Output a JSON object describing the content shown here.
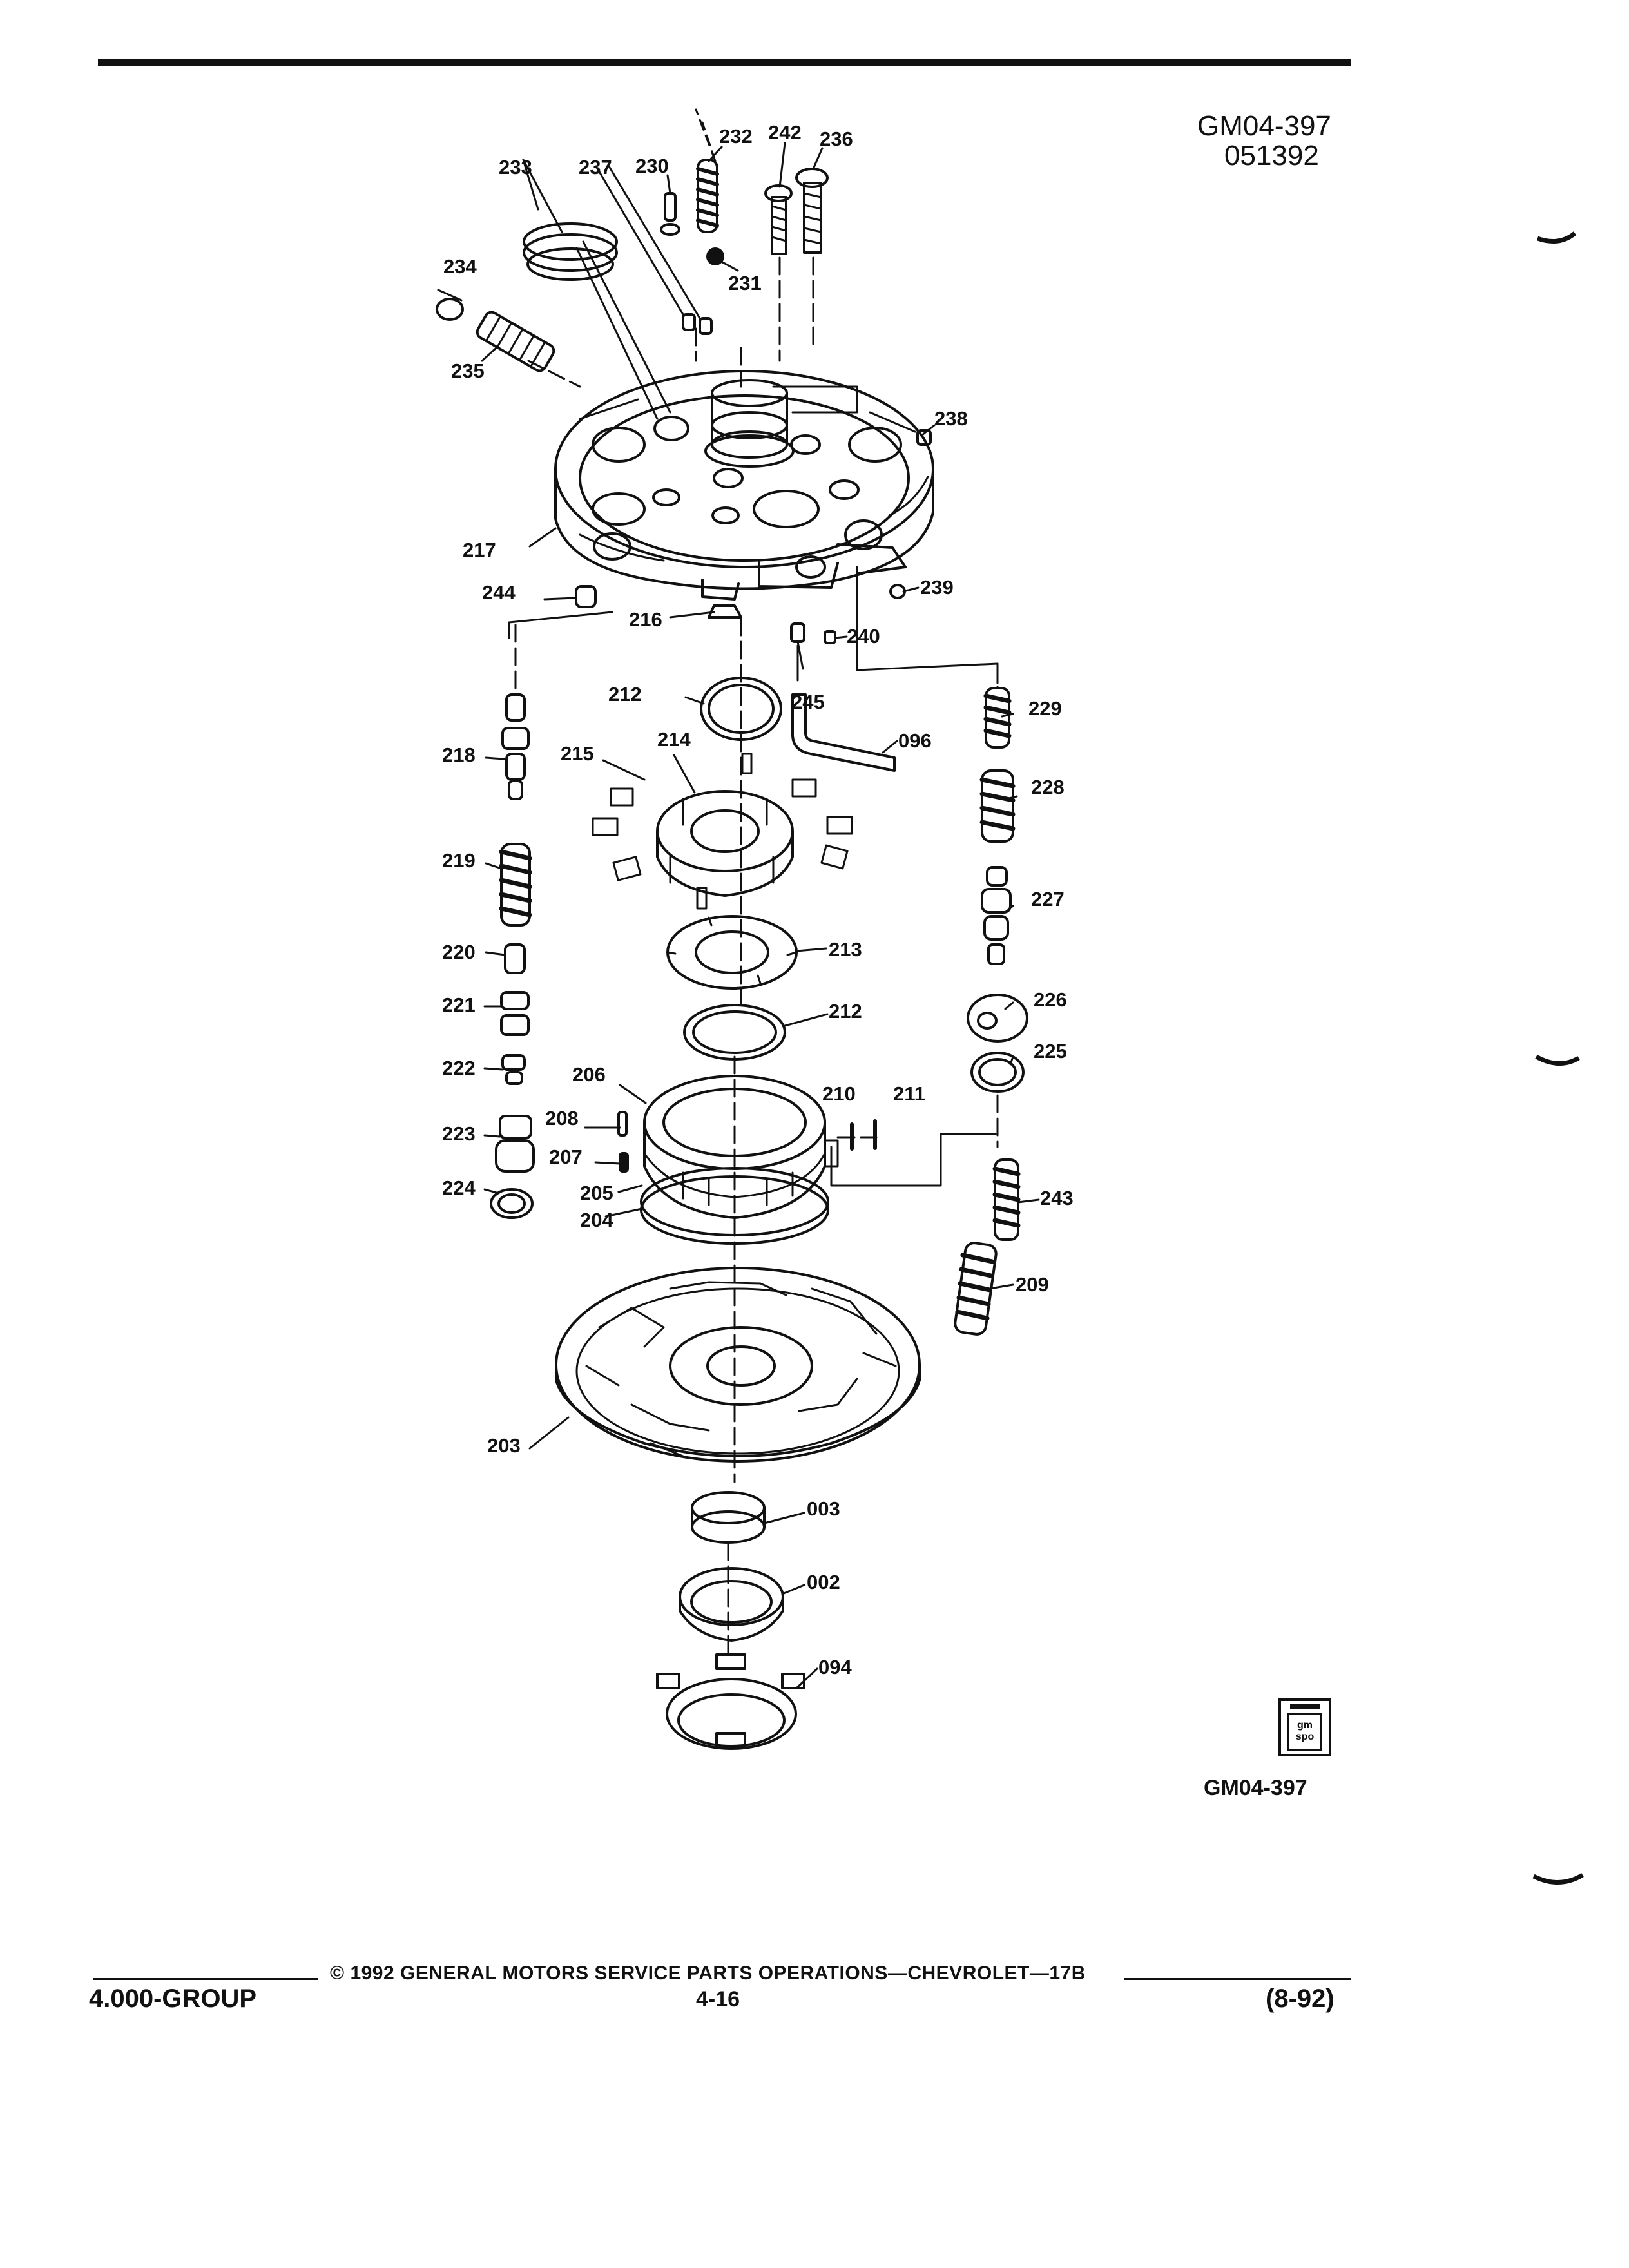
{
  "figure_code": "GM04-397",
  "figure_date": "051392",
  "figure_code_bottom": "GM04-397",
  "logo_text": "gm spo",
  "footer": {
    "copyright": "© 1992 GENERAL MOTORS SERVICE PARTS OPERATIONS—CHEVROLET—17B",
    "group": "4.000-GROUP",
    "page": "4-16",
    "date": "(8-92)"
  },
  "callouts": [
    "233",
    "237",
    "230",
    "232",
    "242",
    "236",
    "234",
    "231",
    "235",
    "238",
    "217",
    "239",
    "244",
    "216",
    "240",
    "245",
    "212",
    "096",
    "229",
    "214",
    "215",
    "218",
    "228",
    "219",
    "227",
    "220",
    "213",
    "221",
    "226",
    "212",
    "225",
    "222",
    "206",
    "210",
    "211",
    "223",
    "208",
    "207",
    "205",
    "243",
    "224",
    "204",
    "209",
    "203",
    "003",
    "002",
    "094"
  ]
}
